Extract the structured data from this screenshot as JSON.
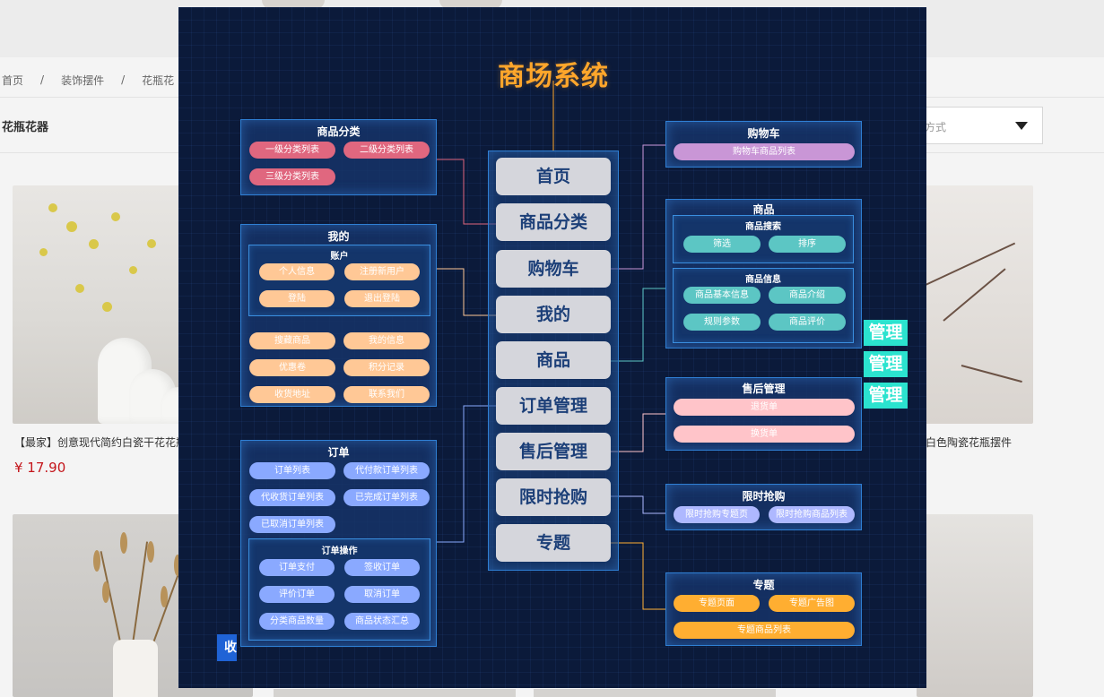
{
  "shop": {
    "breadcrumb": [
      "首页",
      "装饰摆件",
      "花瓶花"
    ],
    "breadcrumb_sep": "/",
    "category_title": "花瓶花器",
    "sort_label": "方式",
    "products": [
      {
        "name": "【最家】创意现代简约白瓷干花花瓶",
        "price": "¥ 17.90"
      },
      {
        "name": "白色陶瓷花瓶摆件"
      }
    ]
  },
  "diagram": {
    "title": "商场系统",
    "nav": [
      "首页",
      "商品分类",
      "购物车",
      "我的",
      "商品",
      "订单管理",
      "售后管理",
      "限时抢购",
      "专题"
    ],
    "category": {
      "title": "商品分类",
      "items": [
        "一级分类列表",
        "二级分类列表",
        "三级分类列表"
      ]
    },
    "mine": {
      "title": "我的",
      "account": {
        "title": "账户",
        "items": [
          "个人信息",
          "注册新用户",
          "登陆",
          "退出登陆"
        ]
      },
      "items": [
        "搜藏商品",
        "我的信息",
        "优惠卷",
        "积分记录",
        "收货地址",
        "联系我们"
      ]
    },
    "order": {
      "title": "订单",
      "items": [
        "订单列表",
        "代付款订单列表",
        "代收货订单列表",
        "已完成订单列表",
        "已取消订单列表"
      ],
      "ops": {
        "title": "订单操作",
        "items": [
          "订单支付",
          "签收订单",
          "评价订单",
          "取消订单",
          "分类商品数量",
          "商品状态汇总"
        ]
      }
    },
    "cart": {
      "title": "购物车",
      "items": [
        "购物车商品列表"
      ]
    },
    "goods": {
      "title": "商品",
      "search": {
        "title": "商品搜索",
        "items": [
          "筛选",
          "排序"
        ]
      },
      "info": {
        "title": "商品信息",
        "items": [
          "商品基本信息",
          "商品介绍",
          "规则参数",
          "商品评价"
        ]
      }
    },
    "aftersale": {
      "title": "售后管理",
      "items": [
        "退货单",
        "换货单"
      ]
    },
    "flash": {
      "title": "限时抢购",
      "items": [
        "限时抢购专题页",
        "限时抢购商品列表"
      ]
    },
    "topic": {
      "title": "专题",
      "items": [
        "专题页面",
        "专题广告图",
        "专题商品列表"
      ]
    },
    "side_tags": [
      "管理",
      "管理",
      "管理"
    ],
    "corner_button": "收"
  },
  "colors": {
    "background": "#0b1a3a",
    "title": "#ffa62b",
    "panel_border": "#2f7fd4",
    "tag": "#2be3cf",
    "nav_button": "#d5d6dc",
    "nav_text": "#1c3f78"
  }
}
